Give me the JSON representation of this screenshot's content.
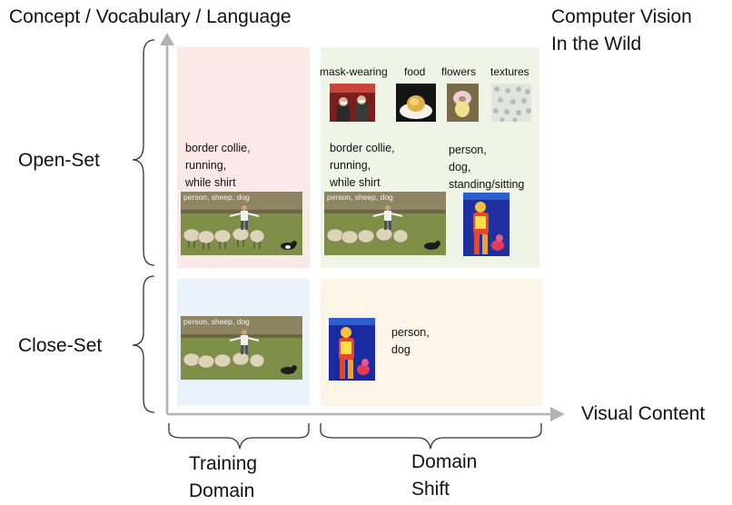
{
  "title_top_left": "Concept / Vocabulary / Language",
  "title_top_right": "Computer Vision\nIn the Wild",
  "x_axis_label": "Visual Content",
  "row_labels": {
    "open": "Open-Set",
    "close": "Close-Set"
  },
  "col_labels": {
    "training": "Training\nDomain",
    "shift": "Domain\nShift"
  },
  "panels": {
    "open_training": {
      "caption": "border collie,\nrunning,\nwhile shirt",
      "photo_caption": "person, sheep, dog"
    },
    "open_shift": {
      "categories": [
        "mask-wearing",
        "food",
        "flowers",
        "textures"
      ],
      "caption_left": "border collie,\nrunning,\nwhile shirt",
      "caption_right": "person,\ndog,\nstanding/sitting",
      "photo_caption": "person, sheep, dog"
    },
    "close_training": {
      "photo_caption": "person, sheep, dog"
    },
    "close_shift": {
      "caption": "person,\ndog"
    }
  },
  "colors": {
    "open_training_bg": "#fbe9e7",
    "open_shift_bg": "#eef5e6",
    "close_training_bg": "#eaf2fb",
    "close_shift_bg": "#fdf6e8",
    "axis": "#b3b3b3"
  }
}
